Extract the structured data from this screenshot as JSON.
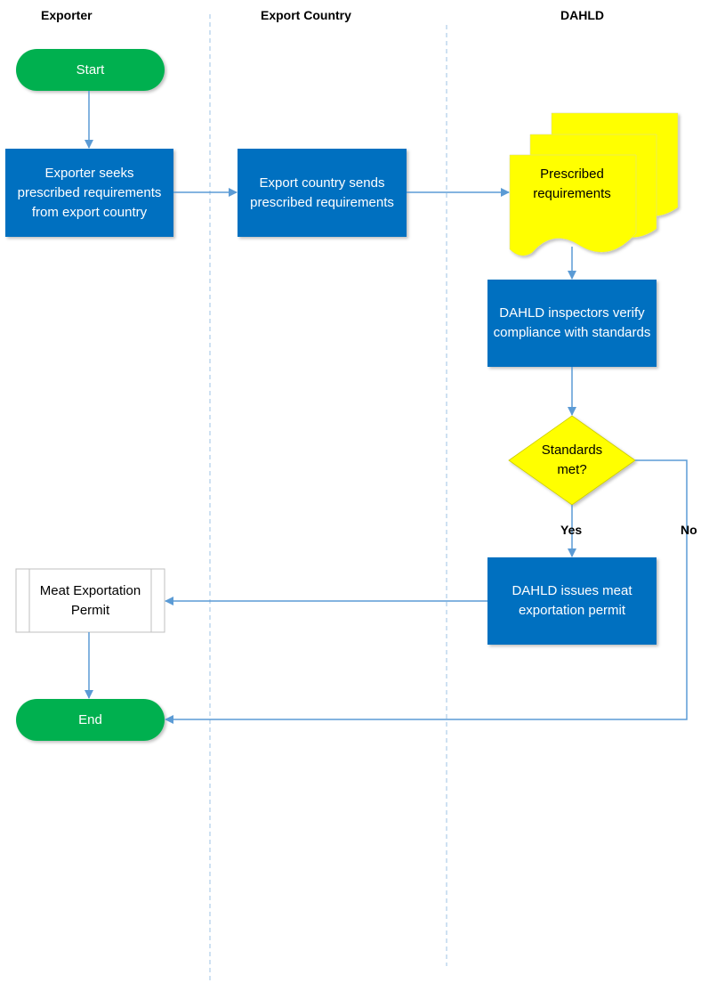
{
  "lanes": [
    {
      "id": "exporter",
      "title": "Exporter"
    },
    {
      "id": "export_country",
      "title": "Export Country"
    },
    {
      "id": "dahld",
      "title": "DAHLD"
    }
  ],
  "nodes": {
    "start": "Start",
    "exporter_seeks": "Exporter seeks prescribed requirements from export country",
    "country_sends": "Export country sends prescribed requirements",
    "prescribed_docs": "Prescribed requirements",
    "inspectors_verify": "DAHLD inspectors verify compliance with standards",
    "decision": "Standards met?",
    "issues_permit": "DAHLD issues meat exportation permit",
    "permit": "Meat Exportation Permit",
    "end": "End"
  },
  "edge_labels": {
    "yes": "Yes",
    "no": "No"
  },
  "colors": {
    "process_blue": "#0070c0",
    "terminal_green": "#00b050",
    "highlight_yellow": "#ffff00",
    "arrow_blue": "#5b9bd5",
    "lane_divider": "#9dc3e6",
    "text_white": "#ffffff"
  }
}
